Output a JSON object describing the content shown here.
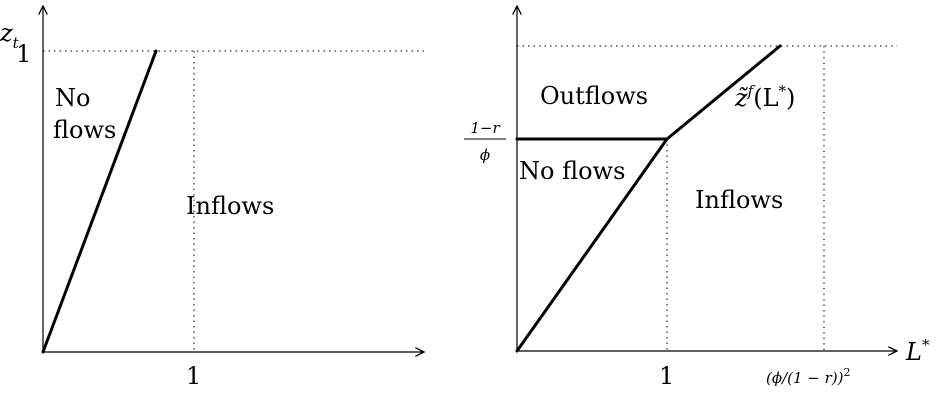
{
  "left_panel": {
    "y_axis_label": "z",
    "y_axis_subscript": "t",
    "tick_y": "1",
    "tick_x": "1",
    "region_no_flows_line1": "No",
    "region_no_flows_line2": "flows",
    "region_inflows": "Inflows"
  },
  "right_panel": {
    "x_axis_label": "L",
    "x_axis_superscript": "*",
    "tick_x_1": "1",
    "tick_x_2": "(ϕ/(1 − r))",
    "tick_x_2_power": "2",
    "tick_y_numerator": "1−r",
    "tick_y_denominator": "ϕ",
    "region_outflows": "Outflows",
    "region_no_flows": "No flows",
    "region_inflows": "Inflows",
    "curve_label_main": "z̃",
    "curve_label_sup": "f",
    "curve_label_arg": "(L",
    "curve_label_arg_sup": "*",
    "curve_label_close": ")"
  }
}
